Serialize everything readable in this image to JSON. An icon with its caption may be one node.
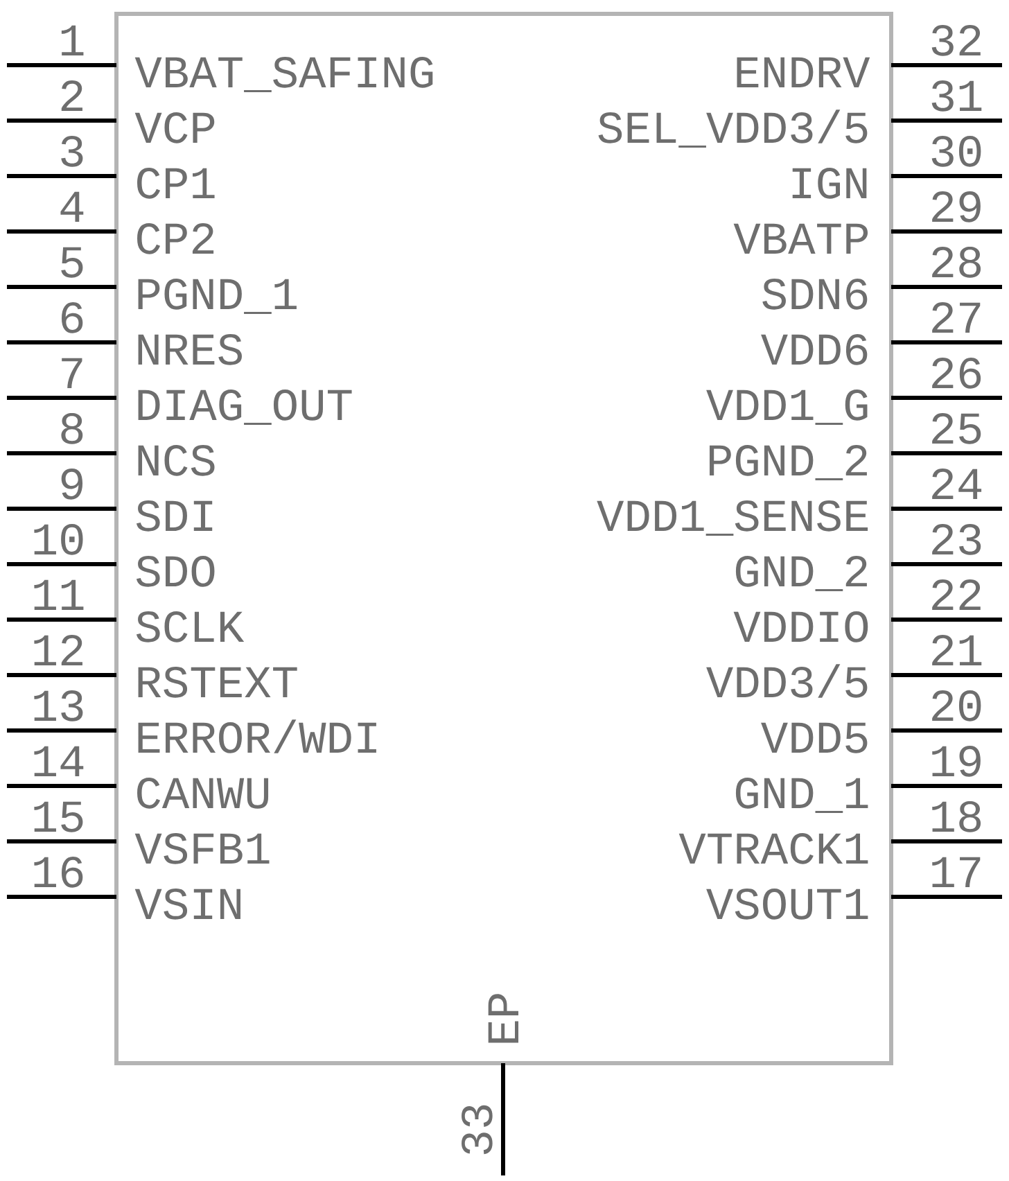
{
  "diagram": {
    "labels": [
      "1",
      "VBAT_SAFING",
      "2",
      "VCP",
      "3",
      "CP1",
      "4",
      "CP2",
      "5",
      "PGND_1",
      "6",
      "NRES",
      "7",
      "DIAG_OUT",
      "8",
      "NCS",
      "9",
      "SDI",
      "10",
      "SDO",
      "11",
      "SCLK",
      "12",
      "RSTEXT",
      "13",
      "ERROR/WDI",
      "14",
      "CANWU",
      "15",
      "VSFB1",
      "16",
      "VSIN",
      "17",
      "VSOUT1",
      "18",
      "VTRACK1",
      "19",
      "GND_1",
      "20",
      "VDD5",
      "21",
      "VDD3/5",
      "22",
      "VDDIO",
      "23",
      "GND_2",
      "24",
      "VDD1_SENSE",
      "25",
      "PGND_2",
      "26",
      "VDD1_G",
      "27",
      "VDD6",
      "28",
      "SDN6",
      "29",
      "VBATP",
      "30",
      "IGN",
      "31",
      "SEL_VDD3/5",
      "32",
      "ENDRV",
      "33",
      "EP"
    ]
  }
}
